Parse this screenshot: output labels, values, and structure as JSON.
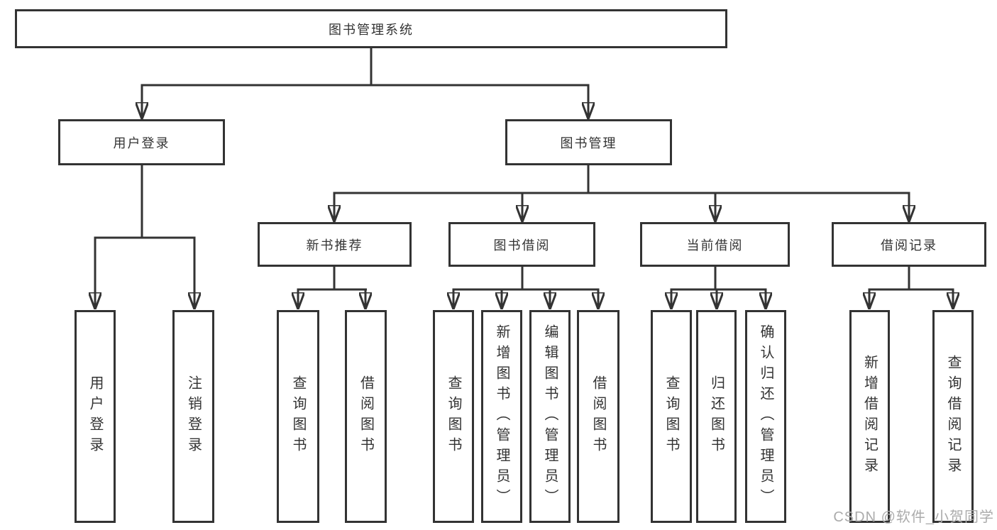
{
  "tree": {
    "label": "图书管理系统",
    "children": [
      {
        "label": "用户登录",
        "children": [
          {
            "label": "用户登录"
          },
          {
            "label": "注销登录"
          }
        ]
      },
      {
        "label": "图书管理",
        "children": [
          {
            "label": "新书推荐",
            "children": [
              {
                "label": "查询图书"
              },
              {
                "label": "借阅图书"
              }
            ]
          },
          {
            "label": "图书借阅",
            "children": [
              {
                "label": "查询图书"
              },
              {
                "label": "新增图书（管理员）"
              },
              {
                "label": "编辑图书（管理员）"
              },
              {
                "label": "借阅图书"
              }
            ]
          },
          {
            "label": "当前借阅",
            "children": [
              {
                "label": "查询图书"
              },
              {
                "label": "归还图书"
              },
              {
                "label": "确认归还（管理员）"
              }
            ]
          },
          {
            "label": "借阅记录",
            "children": [
              {
                "label": "新增借阅记录"
              },
              {
                "label": "查询借阅记录"
              }
            ]
          }
        ]
      }
    ]
  },
  "watermark": {
    "text": "CSDN @软件_小贺同学"
  },
  "colors": {
    "line": "#333333",
    "text": "#333333",
    "bg": "#ffffff",
    "watermark": "#ababab"
  }
}
